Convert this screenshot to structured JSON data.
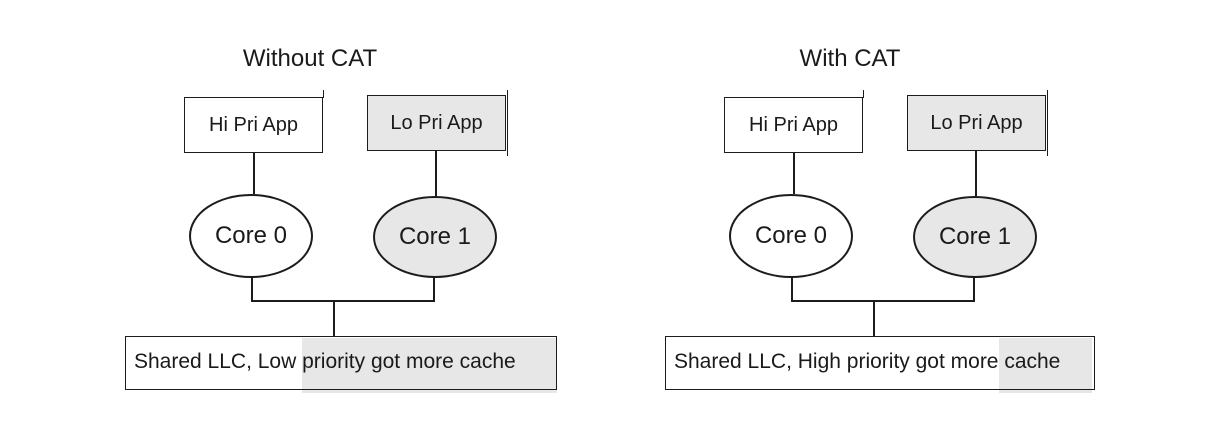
{
  "colors": {
    "background": "#ffffff",
    "shape_fill_white": "#ffffff",
    "shape_fill_gray": "#e7e7e7",
    "stroke": "#1c1c1c",
    "text": "#1a1a1a"
  },
  "diagrams": [
    {
      "title": "Without CAT",
      "hi_pri_label": "Hi Pri App",
      "lo_pri_label": "Lo Pri App",
      "core0_label": "Core 0",
      "core1_label": "Core 1",
      "llc_label": "Shared LLC, Low priority got more cache",
      "cache_gray_region": {
        "left_pct": 41.0,
        "width_pct": 59.0
      }
    },
    {
      "title": "With CAT",
      "hi_pri_label": "Hi Pri App",
      "lo_pri_label": "Lo Pri App",
      "core0_label": "Core 0",
      "core1_label": "Core 1",
      "llc_label": "Shared LLC, High priority got more cache",
      "cache_gray_region": {
        "left_pct": 77.7,
        "width_pct": 21.6
      }
    }
  ]
}
